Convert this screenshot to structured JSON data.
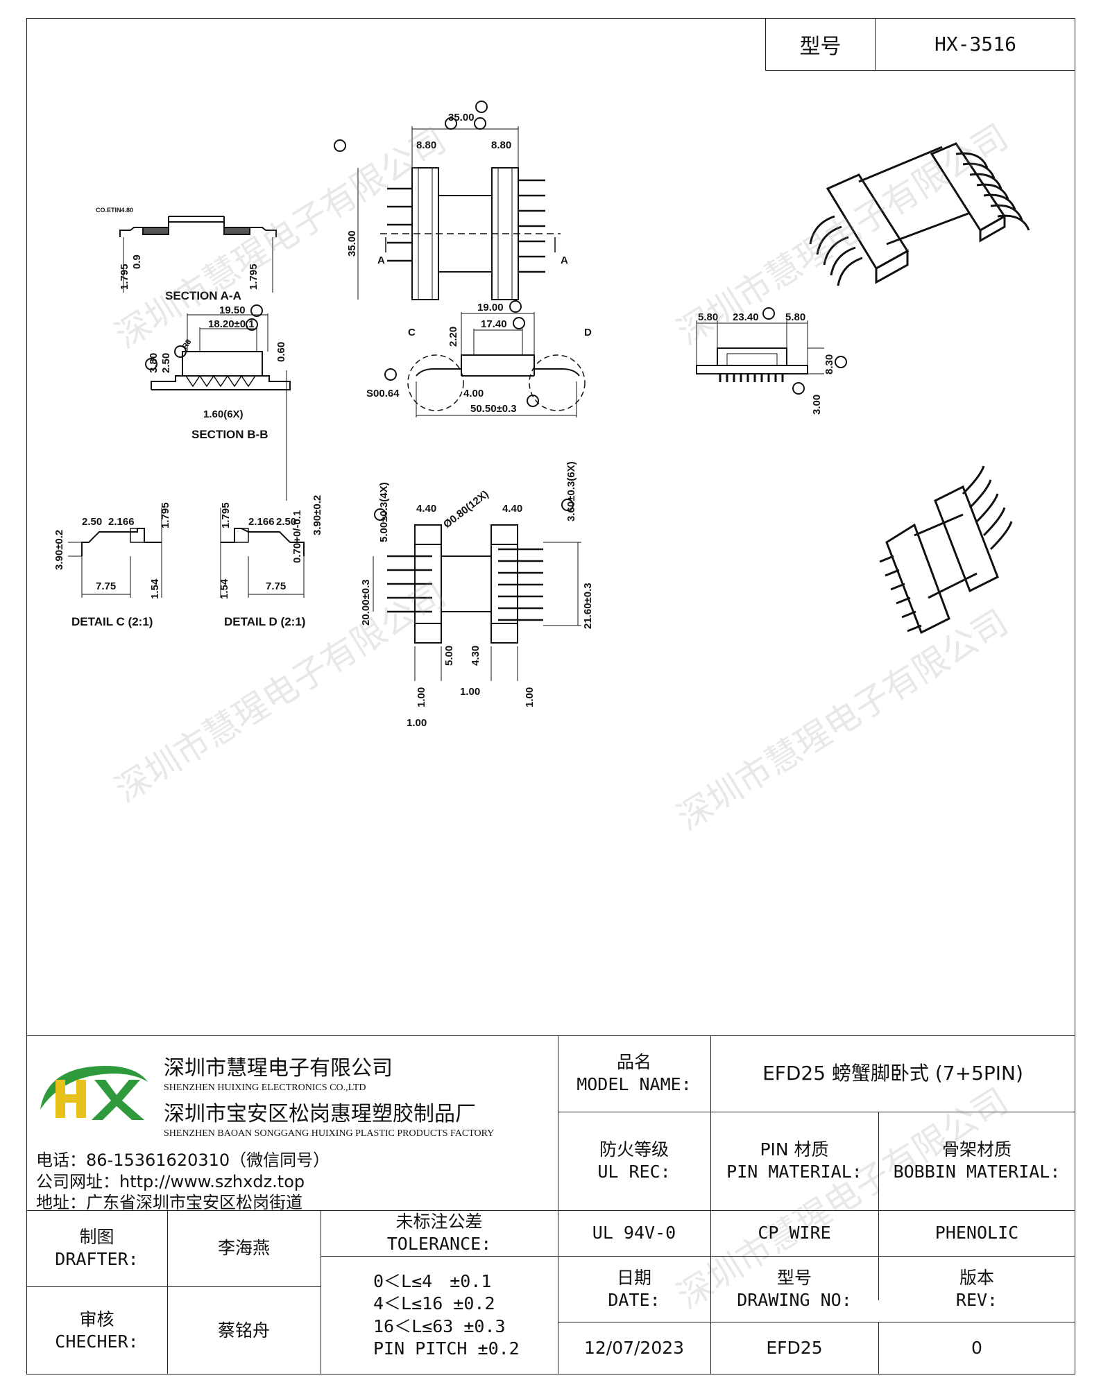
{
  "header": {
    "model_label": "型号",
    "model_value": "HX-3516"
  },
  "drawing": {
    "section_aa": {
      "title": "SECTION A-A",
      "label_tin": "CO.ETIN4.80",
      "dims": [
        "1.795",
        "0.9",
        "1.795"
      ]
    },
    "top_view": {
      "dims": [
        "35.00",
        "8.80",
        "8.80",
        "35.00"
      ],
      "section_marks": [
        "A",
        "A"
      ]
    },
    "section_bb": {
      "title": "SECTION B-B",
      "dims": [
        "19.50",
        "18.20±0.1",
        "3.80",
        "2.50",
        "0.60",
        "1.60(6X)",
        "0.70+0/-0.1",
        "R8"
      ]
    },
    "side_view": {
      "dims": [
        "19.00",
        "17.40",
        "2.20",
        "S00.64",
        "4.00",
        "50.50±0.3"
      ],
      "detail_marks": [
        "C",
        "D"
      ]
    },
    "end_view": {
      "dims": [
        "5.80",
        "23.40",
        "5.80",
        "8.30",
        "3.00"
      ]
    },
    "detail_c": {
      "title": "DETAIL C (2:1)",
      "dims": [
        "2.50",
        "2.166",
        "1.795",
        "3.90±0.2",
        "7.75",
        "1.54"
      ]
    },
    "detail_d": {
      "title": "DETAIL D (2:1)",
      "dims": [
        "1.795",
        "2.166",
        "2.50",
        "3.90±0.2",
        "1.54",
        "7.75"
      ]
    },
    "bottom_view": {
      "dims": [
        "5.00±0.3(4X)",
        "4.40",
        "Ø0.80(12X)",
        "4.40",
        "3.60±0.3(6X)",
        "20.00±0.3",
        "21.60±0.3",
        "5.00",
        "4.30",
        "1.00",
        "1.00",
        "1.00",
        "1.00"
      ]
    }
  },
  "watermark": "深圳市慧瑆电子有限公司",
  "company": {
    "name_cn": "深圳市慧瑆电子有限公司",
    "name_en": "SHENZHEN HUIXING ELECTRONICS CO.,LTD",
    "factory_cn": "深圳市宝安区松岗惠瑆塑胶制品厂",
    "factory_en": "SHENZHEN BAOAN SONGGANG HUIXING PLASTIC PRODUCTS FACTORY",
    "phone": "电话：86-15361620310（微信同号）",
    "website": "公司网址：http://www.szhxdz.top",
    "address": "地址：广东省深圳市宝安区松岗街道",
    "logo_text": "HX",
    "logo_colors": {
      "green": "#2e9a3c",
      "yellow": "#e8c21a"
    }
  },
  "title_block": {
    "model_name_label_cn": "品名",
    "model_name_label_en": "MODEL NAME:",
    "model_name_value": "EFD25 螃蟹脚卧式 (7+5PIN)",
    "ul_label_cn": "防火等级",
    "ul_label_en": "UL REC:",
    "pin_label_cn": "PIN 材质",
    "pin_label_en": "PIN MATERIAL:",
    "bobbin_label_cn": "骨架材质",
    "bobbin_label_en": "BOBBIN MATERIAL:",
    "ul_value": "UL 94V-0",
    "pin_value": "CP WIRE",
    "bobbin_value": "PHENOLIC",
    "drafter_label_cn": "制图",
    "drafter_label_en": "DRAFTER:",
    "drafter_value": "李海燕",
    "checker_label_cn": "审核",
    "checker_label_en": "CHECHER:",
    "checker_value": "蔡铭舟",
    "tolerance_label_cn": "未标注公差",
    "tolerance_label_en": "TOLERANCE:",
    "tolerance_lines": [
      "0＜L≤4　±0.1",
      "4＜L≤16 ±0.2",
      "16＜L≤63 ±0.3",
      "PIN PITCH ±0.2"
    ],
    "date_label_cn": "日期",
    "date_label_en": "DATE:",
    "date_value": "12/07/2023",
    "drawing_no_label_cn": "型号",
    "drawing_no_label_en": "DRAWING NO:",
    "drawing_no_value": "EFD25",
    "rev_label_cn": "版本",
    "rev_label_en": "REV:",
    "rev_value": "0"
  }
}
